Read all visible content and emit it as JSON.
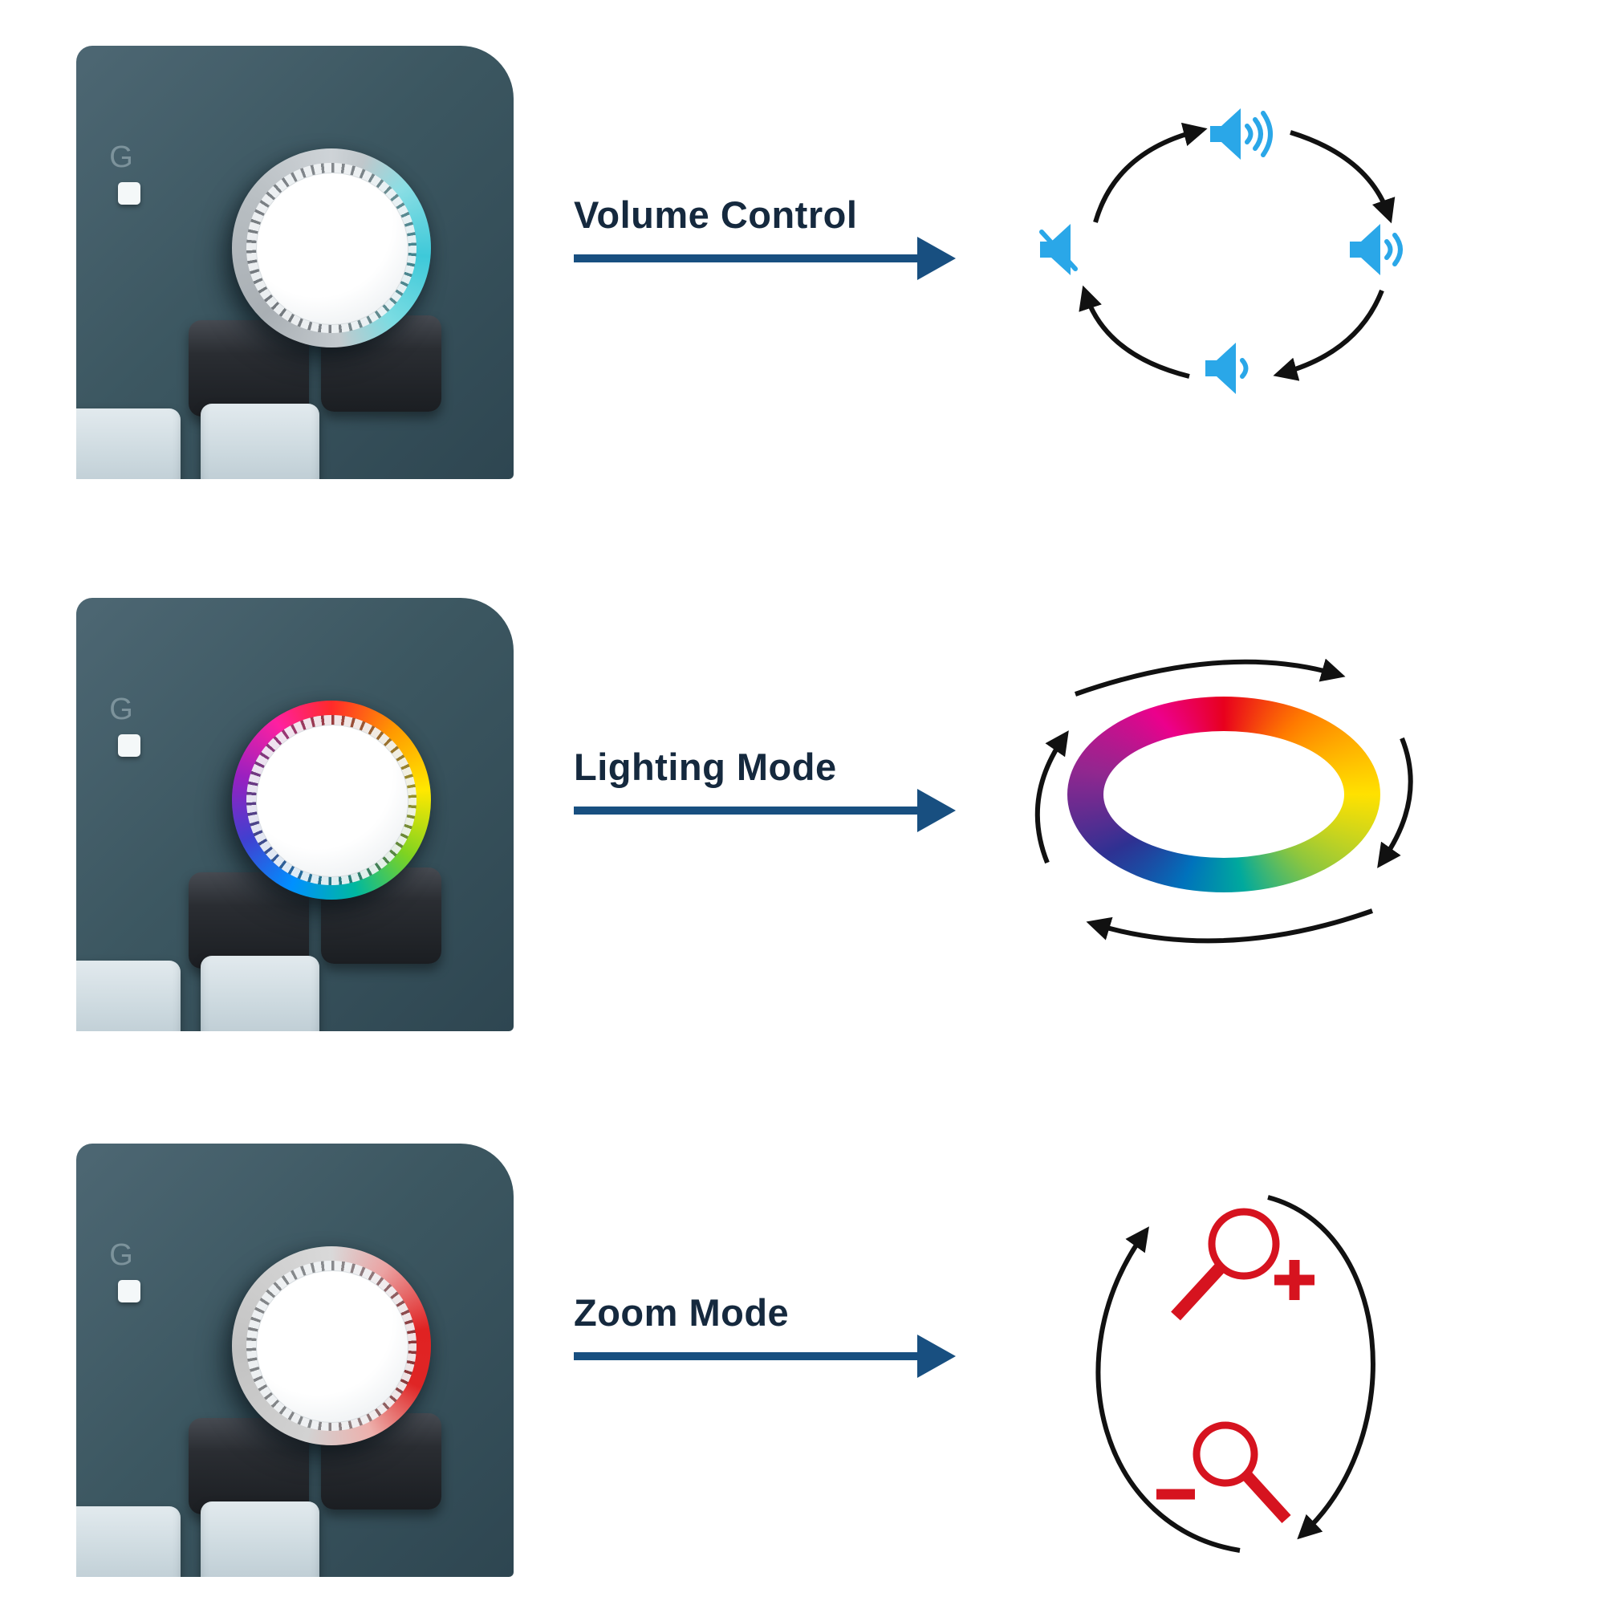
{
  "rows": [
    {
      "label": "Volume Control",
      "mode": "volume"
    },
    {
      "label": "Lighting Mode",
      "mode": "lighting"
    },
    {
      "label": "Zoom Mode",
      "mode": "zoom"
    }
  ],
  "keyboard": {
    "g_key_label": "G",
    "knob": "rotary-knob",
    "indicator": "g-key-led-square"
  },
  "icons": {
    "flow_arrow": "right-arrow",
    "volume_icons": [
      "speaker-mute-icon",
      "speaker-high-icon",
      "speaker-medium-icon",
      "speaker-low-icon"
    ],
    "lighting_icon": "rgb-color-wheel",
    "zoom_icons": [
      "zoom-in-magnifier-icon",
      "zoom-out-magnifier-icon"
    ],
    "cycle_arrows": "curved-rotation-arrows"
  },
  "colors": {
    "flow_arrow_blue": "#184f80",
    "label_text": "#15293e",
    "speaker_blue": "#2aa7e8",
    "zoom_red": "#d6131f",
    "cycle_arrow_black": "#111111",
    "knob_ring_volume_accent": "#3ec9d9",
    "knob_ring_zoom_accent": "#e02222",
    "keyboard_plate": "#3c5761",
    "keycap_light": "#cbd8de",
    "keycap_dark": "#2a2d32",
    "knob_face": "#ffffff"
  }
}
